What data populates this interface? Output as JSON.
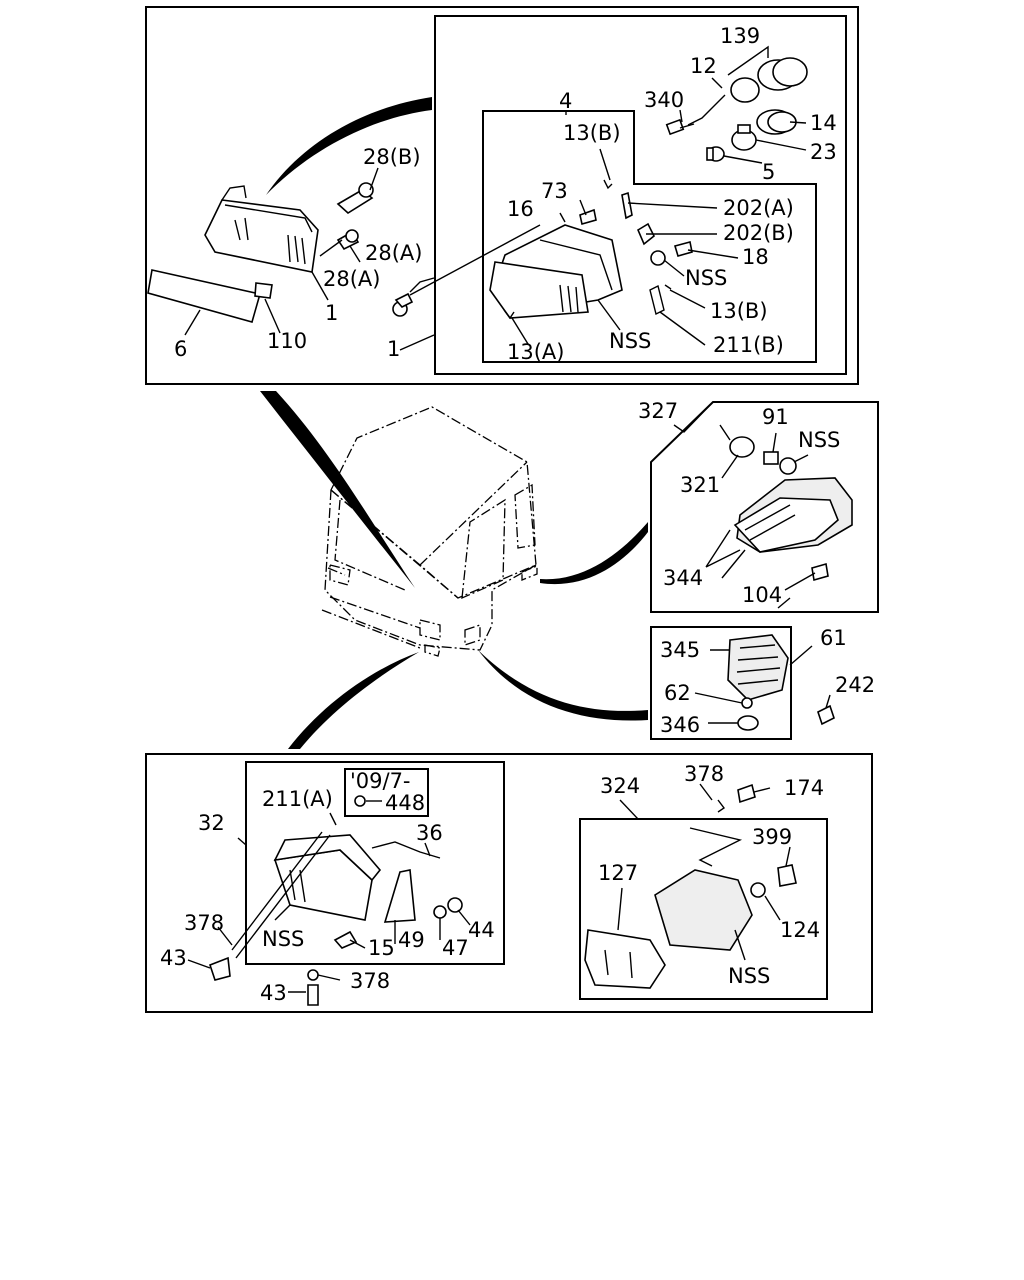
{
  "labels": {
    "p139": "139",
    "p12": "12",
    "p340": "340",
    "p14": "14",
    "p23": "23",
    "p5": "5",
    "p4": "4",
    "p13b_1": "13(B)",
    "p28b": "28(B)",
    "p73": "73",
    "p16": "16",
    "p202a": "202(A)",
    "p202b": "202(B)",
    "p18": "18",
    "p28a_1": "28(A)",
    "p28a_2": "28(A)",
    "nss_1": "NSS",
    "p13b_2": "13(B)",
    "p1_1": "1",
    "p110": "110",
    "p6": "6",
    "p13a": "13(A)",
    "nss_2": "NSS",
    "p211b": "211(B)",
    "p1_2": "1",
    "p327": "327",
    "p91": "91",
    "nss_3": "NSS",
    "p321": "321",
    "p344": "344",
    "p104": "104",
    "p345": "345",
    "p61": "61",
    "p62": "62",
    "p242": "242",
    "p346": "346",
    "date_note": "'09/7-",
    "p448": "448",
    "p211a": "211(A)",
    "p32": "32",
    "p36": "36",
    "p378_1": "378",
    "nss_4": "NSS",
    "p15": "15",
    "p49": "49",
    "p47": "47",
    "p44": "44",
    "p43_1": "43",
    "p43_2": "43",
    "p378_2": "378",
    "p324": "324",
    "p378_3": "378",
    "p174": "174",
    "p399": "399",
    "p127": "127",
    "p124": "124",
    "nss_5": "NSS"
  }
}
